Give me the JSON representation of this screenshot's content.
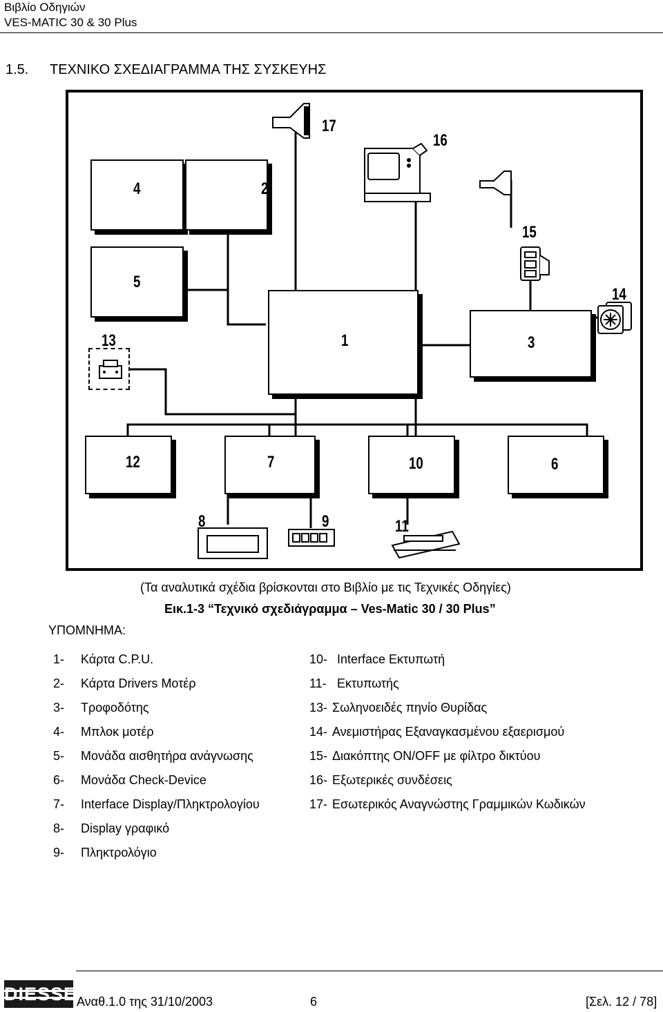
{
  "header": {
    "line1": "Βιβλίο Οδηγιών",
    "line2": "VES-MATIC 30 & 30 Plus"
  },
  "section": {
    "number": "1.5.",
    "title": "ΤΕΧΝΙΚΟ ΣΧΕΔΙΑΓΡΑΜΜΑ ΤΗΣ ΣΥΣΚΕΥΗΣ"
  },
  "diagram": {
    "labels": {
      "n1": "1",
      "n2": "2",
      "n3": "3",
      "n4": "4",
      "n5": "5",
      "n6": "6",
      "n7": "7",
      "n8": "8",
      "n9": "9",
      "n10": "10",
      "n11": "11",
      "n12": "12",
      "n13": "13",
      "n14": "14",
      "n15": "15",
      "n16": "16",
      "n17": "17"
    },
    "icons": [
      "barcode-reader-icon",
      "monitor-icon",
      "switch-filter-icon",
      "fan-icon",
      "solenoid-icon",
      "display-icon",
      "keyboard-icon",
      "printer-icon"
    ]
  },
  "caption": {
    "note": "(Τα αναλυτικά σχέδια βρίσκονται στο Βιβλίο με τις Τεχνικές Οδηγίες)",
    "figure": "Εικ.1-3 “Τεχνικό σχεδιάγραμμα – Ves-Matic 30 / 30 Plus”"
  },
  "legend": {
    "title": "ΥΠΟΜΝΗΜΑ:",
    "left": [
      {
        "n": "1-",
        "t": "Κάρτα C.P.U."
      },
      {
        "n": "2-",
        "t": "Κάρτα Drivers Μοτέρ"
      },
      {
        "n": "3-",
        "t": "Τροφοδότης"
      },
      {
        "n": "4-",
        "t": "Μπλοκ μοτέρ"
      },
      {
        "n": "5-",
        "t": "Μονάδα αισθητήρα ανάγνωσης"
      },
      {
        "n": "6-",
        "t": "Μονάδα Check-Device"
      },
      {
        "n": "7-",
        "t": "Interface Display/Πληκτρολογίου"
      },
      {
        "n": "8-",
        "t": "Display γραφικό"
      },
      {
        "n": "9-",
        "t": "Πληκτρολόγιο"
      }
    ],
    "right": [
      {
        "n": "10-",
        "t": "Interface Εκτυπωτή"
      },
      {
        "n": "11-",
        "t": "Εκτυπωτής"
      },
      {
        "n": "13-",
        "t": "Σωληνοειδές πηνίο Θυρίδας"
      },
      {
        "n": "14-",
        "t": "Ανεμιστήρας Εξαναγκασμένου εξαερισμού"
      },
      {
        "n": "15-",
        "t": "Διακόπτης ON/OFF με φίλτρο δικτύου"
      },
      {
        "n": "16-",
        "t": "Εξωτερικές συνδέσεις"
      },
      {
        "n": "17-",
        "t": "Εσωτερικός Αναγνώστης Γραμμικών Κωδικών"
      }
    ]
  },
  "footer": {
    "logo_text": "DIESSE",
    "revision": "Αναθ.1.0 της 31/10/2003",
    "chapter": "6",
    "page": "[Σελ. 12 / 78]"
  }
}
